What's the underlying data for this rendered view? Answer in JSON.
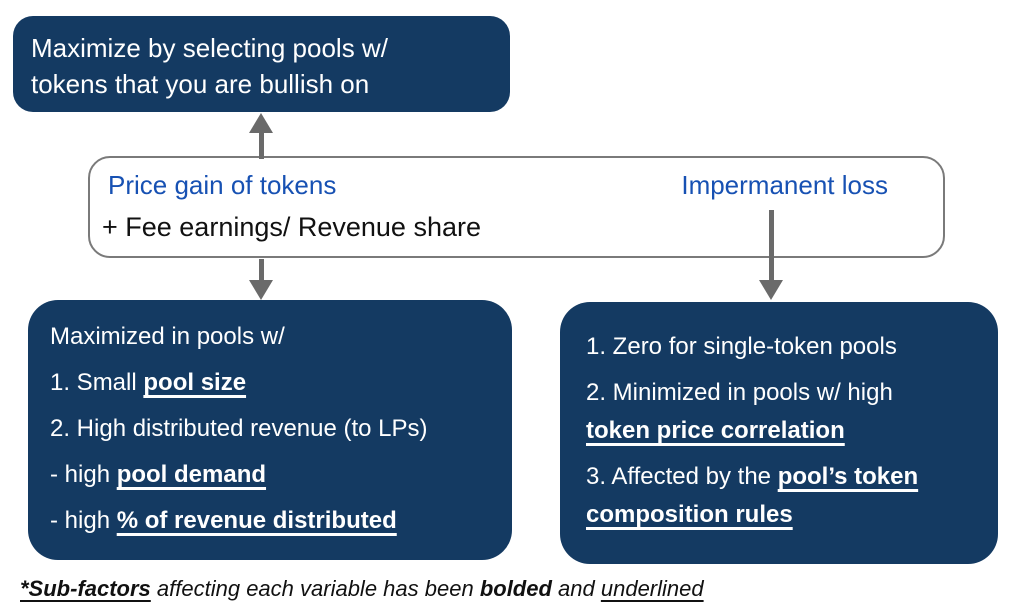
{
  "colors": {
    "navy": "#143a62",
    "blue": "#1751b3",
    "arrow": "#6a6a6a",
    "border_gray": "#7a7a7a",
    "ink": "#111111"
  },
  "top_box": {
    "lines": [
      "Maximize by selecting pools w/",
      "tokens that you are bullish on"
    ]
  },
  "middle_box": {
    "price_gain": "Price gain of tokens",
    "impermanent_loss": "Impermanent loss",
    "fee_line": "+ Fee earnings/ Revenue share"
  },
  "left_box": {
    "lines": [
      [
        {
          "t": "Maximized in pools w/"
        }
      ],
      [
        {
          "t": "1. Small "
        },
        {
          "t": "pool size",
          "b": true,
          "u": true
        }
      ],
      [
        {
          "t": "2. High distributed revenue (to LPs)"
        }
      ],
      [
        {
          "t": "- high "
        },
        {
          "t": "pool demand",
          "b": true,
          "u": true
        }
      ],
      [
        {
          "t": "- high "
        },
        {
          "t": "% of revenue distributed",
          "b": true,
          "u": true
        }
      ]
    ]
  },
  "right_box": {
    "items": [
      [
        {
          "t": "1. Zero for single-token pools"
        }
      ],
      [
        {
          "t": "2. Minimized in pools w/ high"
        },
        {
          "br": true
        },
        {
          "t": "token price correlation",
          "b": true,
          "u": true
        }
      ],
      [
        {
          "t": "3. Affected by the "
        },
        {
          "t": "pool’s token",
          "b": true,
          "u": true
        },
        {
          "br": true
        },
        {
          "t": "composition rules",
          "b": true,
          "u": true
        }
      ]
    ]
  },
  "footnote": {
    "segments": [
      {
        "t": "*Sub-factors",
        "b": true,
        "u": true
      },
      {
        "t": " affecting each variable has been "
      },
      {
        "t": "bolded",
        "b": true
      },
      {
        "t": " and "
      },
      {
        "t": "underlined",
        "u": true
      }
    ]
  }
}
